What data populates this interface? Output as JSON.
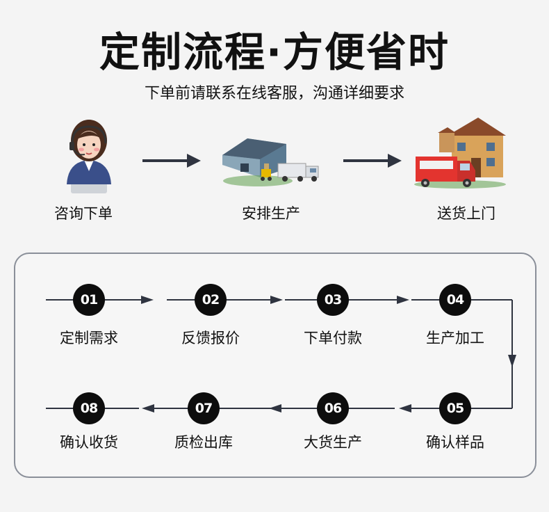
{
  "header": {
    "title": "定制流程·方便省时",
    "subtitle": "下单前请联系在线客服，沟通详细要求"
  },
  "top_steps": [
    {
      "label": "咨询下单",
      "icon": "customer-service-agent-icon"
    },
    {
      "label": "安排生产",
      "icon": "factory-truck-icon"
    },
    {
      "label": "送货上门",
      "icon": "delivery-house-icon"
    }
  ],
  "process": {
    "row1": [
      {
        "num": "01",
        "label": "定制需求"
      },
      {
        "num": "02",
        "label": "反馈报价"
      },
      {
        "num": "03",
        "label": "下单付款"
      },
      {
        "num": "04",
        "label": "生产加工"
      }
    ],
    "row2": [
      {
        "num": "05",
        "label": "确认样品"
      },
      {
        "num": "06",
        "label": "大货生产"
      },
      {
        "num": "07",
        "label": "质检出库"
      },
      {
        "num": "08",
        "label": "确认收货"
      }
    ]
  },
  "colors": {
    "background": "#f4f4f4",
    "node": "#0d0d0d",
    "arrow": "#2f3440",
    "panel_border": "#8a8f99"
  }
}
